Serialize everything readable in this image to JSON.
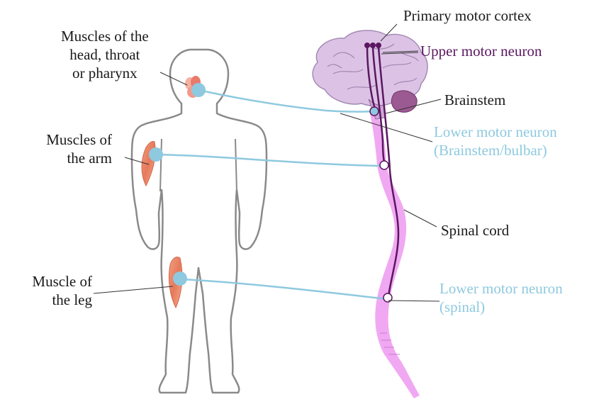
{
  "labels": {
    "primary_motor_cortex": "Primary motor cortex",
    "upper_motor_neuron": "Upper motor neuron",
    "brainstem": "Brainstem",
    "lower_motor_neuron_bulbar": [
      "Lower motor neuron",
      "(Brainstem/bulbar)"
    ],
    "spinal_cord": "Spinal cord",
    "lower_motor_neuron_spinal": [
      "Lower motor neuron",
      "(spinal)"
    ],
    "muscles_head": [
      "Muscles of the",
      "head, throat",
      "or pharynx"
    ],
    "muscles_arm": [
      "Muscles of",
      "the arm"
    ],
    "muscle_leg": [
      "Muscle of",
      "the leg"
    ]
  },
  "colors": {
    "lower_motor_neuron": "#8ec9df",
    "upper_motor_neuron": "#5b1760",
    "spinal_cord": "#ee9ff0",
    "brain": "#ddc4e6",
    "body_outline": "#8a8a8a",
    "muscle": "#e9866a"
  }
}
